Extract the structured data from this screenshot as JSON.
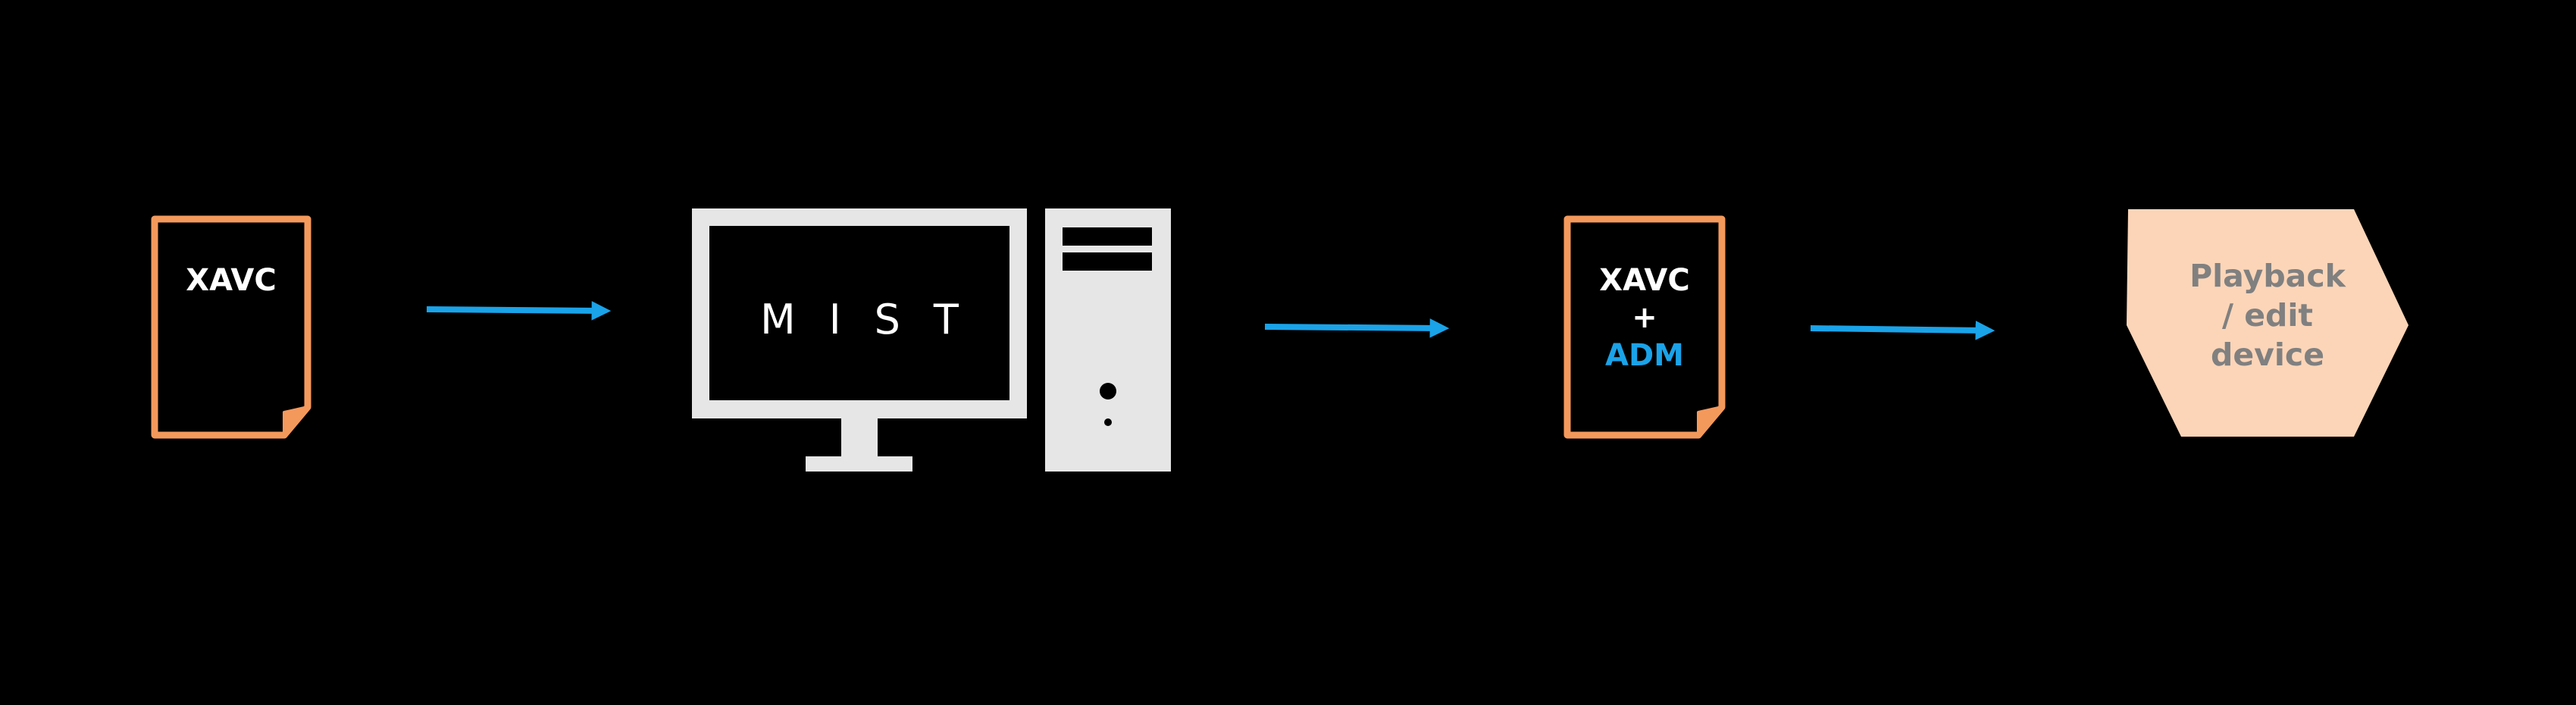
{
  "colors": {
    "background": "#000000",
    "document_stroke": "#f4995c",
    "arrow": "#1aa3e8",
    "computer": "#e6e6e6",
    "hexagon_fill": "#fcd5b8",
    "hexagon_text": "#808080",
    "accent_text": "#1aa3e8"
  },
  "nodes": {
    "source_file": {
      "icon": "document-icon",
      "label": "XAVC"
    },
    "computer": {
      "icon": "desktop-computer-icon",
      "screen_text": "MIST"
    },
    "output_file": {
      "icon": "document-icon",
      "line1": "XAVC",
      "line2": "+",
      "line3": "ADM"
    },
    "device": {
      "shape": "hexagon",
      "line1": "Playback",
      "line2": "/ edit",
      "line3": "device"
    }
  },
  "edges": [
    {
      "from": "source_file",
      "to": "computer",
      "icon": "arrow-right-icon"
    },
    {
      "from": "computer",
      "to": "output_file",
      "icon": "arrow-right-icon"
    },
    {
      "from": "output_file",
      "to": "device",
      "icon": "arrow-right-icon"
    }
  ]
}
